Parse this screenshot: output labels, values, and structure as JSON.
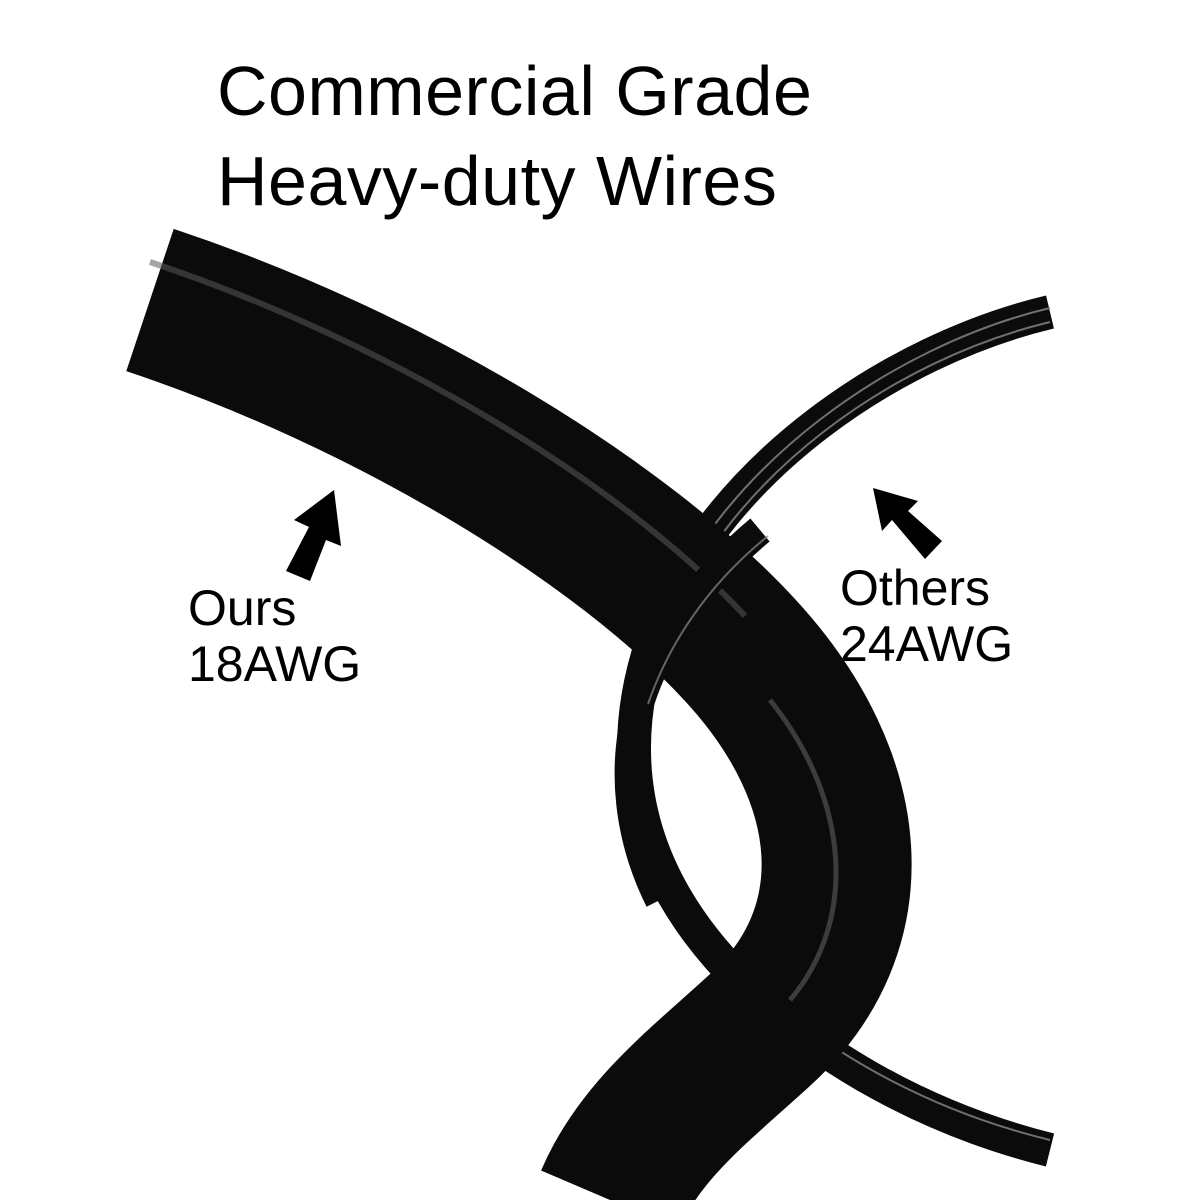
{
  "headline": {
    "line1": "Commercial Grade",
    "line2": "Heavy-duty Wires"
  },
  "callouts": {
    "ours": {
      "line1": "Ours",
      "line2": "18AWG"
    },
    "others": {
      "line1": "Others",
      "line2": "24AWG"
    }
  },
  "colors": {
    "background": "#ffffff",
    "wire": "#0b0b0b",
    "text": "#000000"
  },
  "icons": {
    "ours_pointer": "arrow-up-right-icon",
    "others_pointer": "arrow-up-left-icon"
  }
}
